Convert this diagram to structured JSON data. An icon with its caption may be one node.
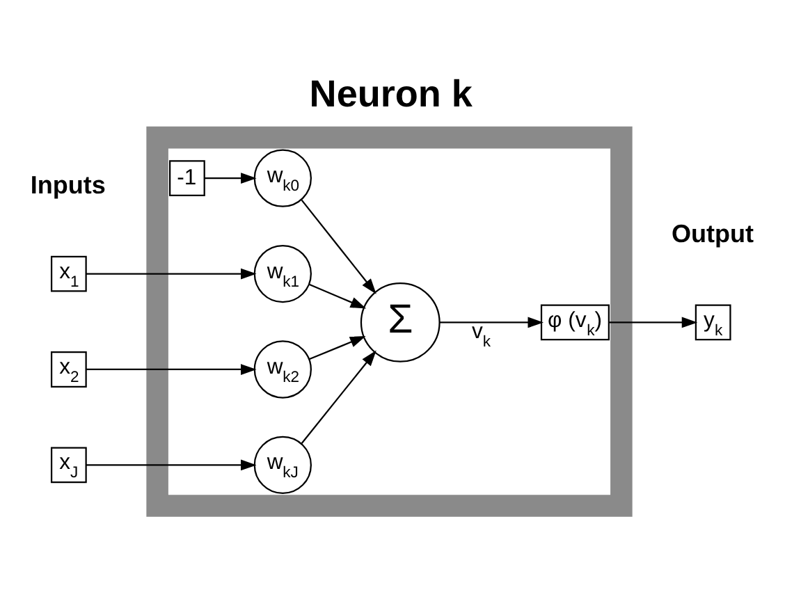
{
  "diagram": {
    "title": "Neuron k",
    "nodes": [
      {
        "text": [],
        "shape": "box"
      },
      {
        "text": [
          "-1"
        ],
        "in": 0
      },
      {
        "text": [
          "w$_{k0}$"
        ],
        "in": 0
      },
      {
        "text": [
          "x$_{1}$"
        ]
      },
      {
        "text": [
          "w$_{k1}$"
        ],
        "in": 0
      },
      {
        "text": [
          "x$_{2}$"
        ]
      },
      {
        "text": [
          "w$_{k2}$"
        ],
        "in": 0
      },
      {
        "text": [
          "Σ"
        ],
        "in": 0
      },
      {
        "text": [
          "φ (v$_{k}$)"
        ],
        "in": 0
      },
      {
        "text": [
          "y$_{k}$"
        ]
      },
      {
        "text": [
          "x$_{J}$"
        ]
      },
      {
        "text": [
          "w$_{kJ}$"
        ],
        "in": 0
      }
    ],
    "edges": [
      {
        "from": 1,
        "to": 2,
        "arrow": "to"
      },
      {
        "from": 3,
        "to": 4,
        "arrow": "to"
      },
      {
        "from": 5,
        "to": 6,
        "arrow": "to"
      },
      {
        "from": 10,
        "to": 11,
        "arrow": "to"
      },
      {
        "from": 2,
        "to": 7,
        "arrow": "to"
      },
      {
        "from": 4,
        "to": 7,
        "arrow": "to"
      },
      {
        "from": 6,
        "to": 7,
        "arrow": "to"
      },
      {
        "from": 11,
        "to": 7,
        "arrow": "to"
      },
      {
        "from": 7,
        "to": 8,
        "label": "v$_{k}$",
        "arrow": "to"
      },
      {
        "from": 8,
        "to": 9,
        "arrow": "to"
      }
    ],
    "labels": [
      "Inputs",
      "Output"
    ]
  }
}
